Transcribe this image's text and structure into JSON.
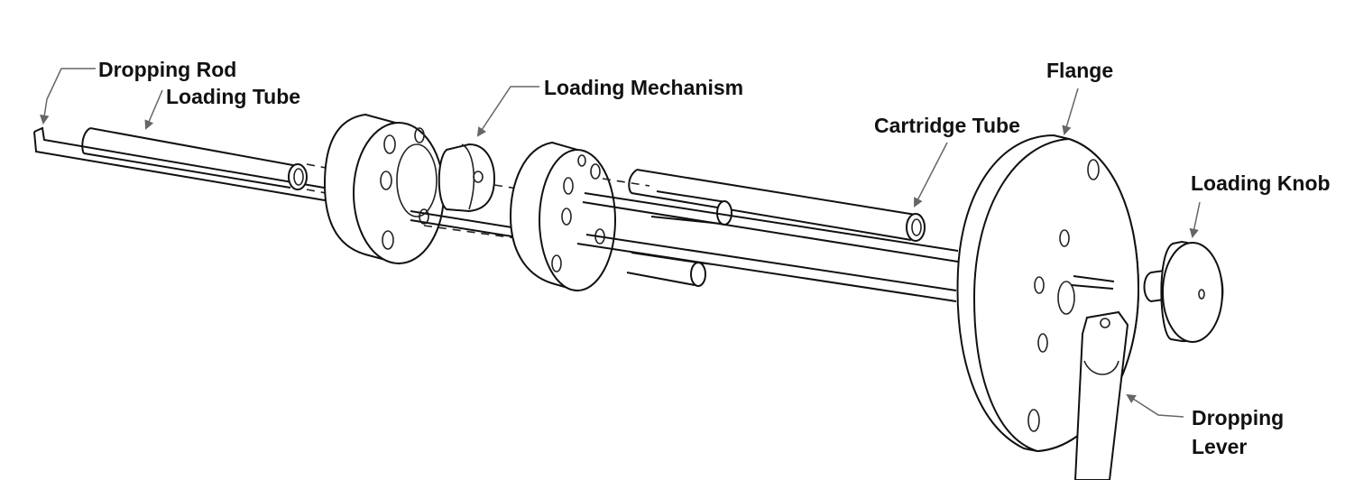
{
  "labels": {
    "dropping_rod": "Dropping Rod",
    "loading_tube": "Loading Tube",
    "loading_mechanism": "Loading Mechanism",
    "flange": "Flange",
    "cartridge_tube": "Cartridge Tube",
    "loading_knob": "Loading Knob",
    "dropping_lever_line1": "Dropping",
    "dropping_lever_line2": "Lever"
  },
  "colors": {
    "line": "#111111",
    "leader": "#666666",
    "background": "#ffffff"
  }
}
